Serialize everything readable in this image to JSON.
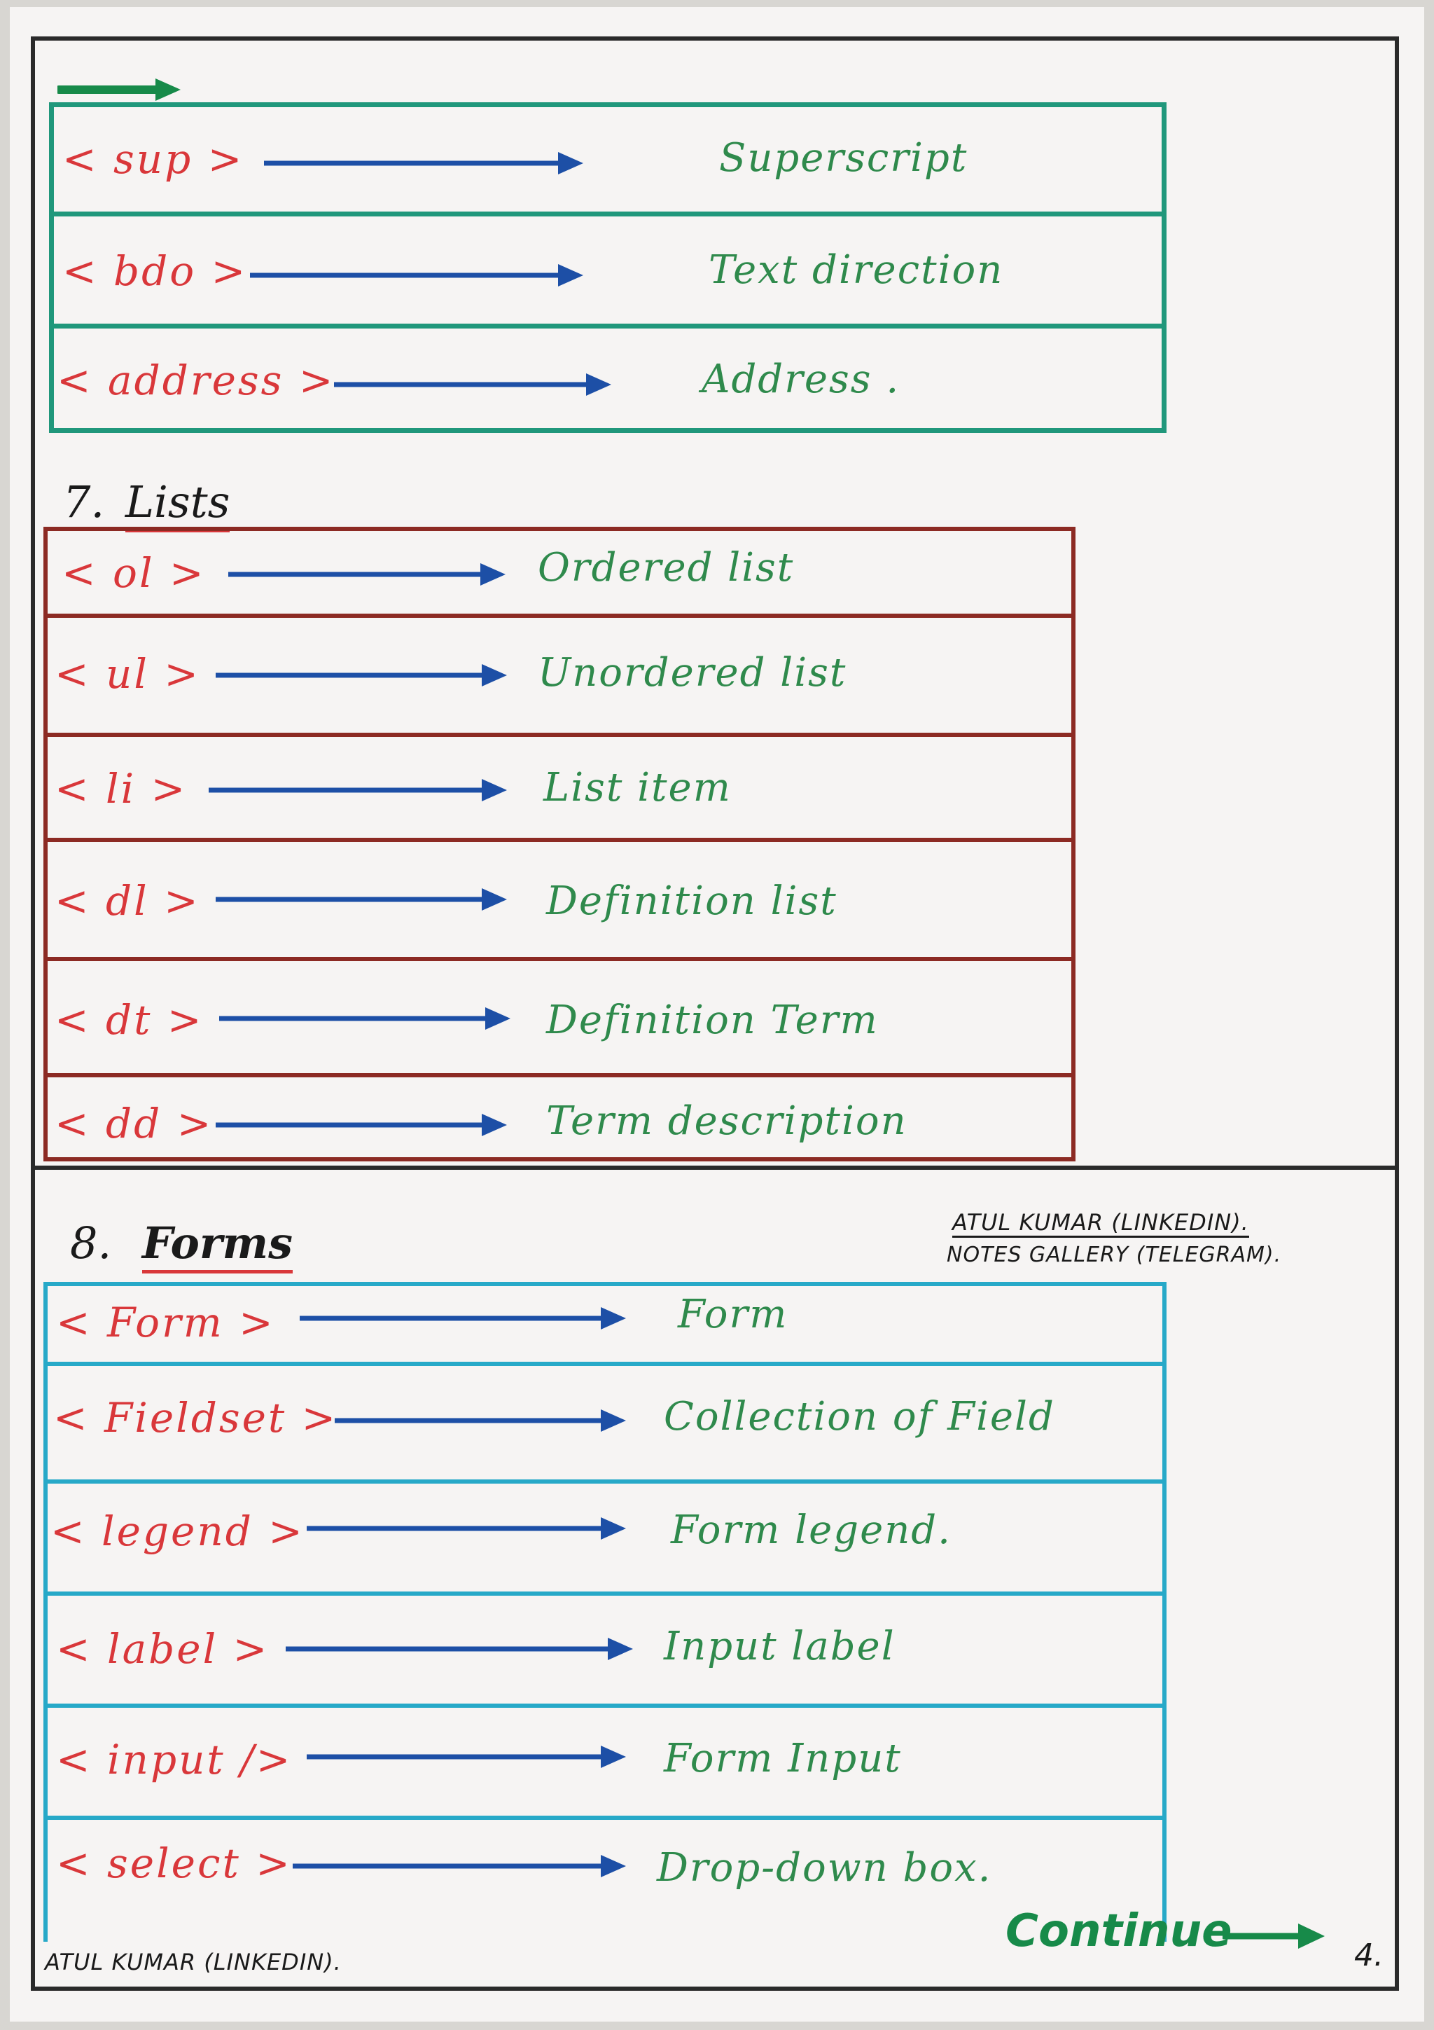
{
  "colors": {
    "tag": "#d9373a",
    "description": "#2f8a4c",
    "arrow": "#1d4fa6",
    "table_green": "#20977b",
    "table_maroon": "#8c2a23",
    "table_cyan": "#27a9c8",
    "title_underline": "#d9373a",
    "continue": "#178a49"
  },
  "top_table": [
    {
      "tag": "< sup >",
      "desc": "Superscript"
    },
    {
      "tag": "< bdo >",
      "desc": "Text direction"
    },
    {
      "tag": "< address >",
      "desc": "Address ."
    }
  ],
  "lists": {
    "number": "7.",
    "title": "Lists",
    "rows": [
      {
        "tag": "< ol >",
        "desc": "Ordered list"
      },
      {
        "tag": "< ul >",
        "desc": "Unordered list"
      },
      {
        "tag": "< li >",
        "desc": "List item"
      },
      {
        "tag": "< dl >",
        "desc": "Definition list"
      },
      {
        "tag": "< dt >",
        "desc": "Definition Term"
      },
      {
        "tag": "< dd >",
        "desc": "Term description"
      }
    ]
  },
  "forms": {
    "number": "8.",
    "title": "Forms",
    "rows": [
      {
        "tag": "< Form >",
        "desc": "Form"
      },
      {
        "tag": "< Fieldset >",
        "desc": "Collection of Field"
      },
      {
        "tag": "< legend >",
        "desc": "Form legend."
      },
      {
        "tag": "< label >",
        "desc": "Input label"
      },
      {
        "tag": "< input />",
        "desc": "Form Input"
      },
      {
        "tag": "< select >",
        "desc": "Drop-down box."
      }
    ]
  },
  "credit_top": {
    "line1": "ATUL KUMAR (LINKEDIN).",
    "line2": "NOTES GALLERY (TELEGRAM)."
  },
  "footer": {
    "credit": "ATUL KUMAR (LINKEDIN).",
    "continue": "Continue",
    "page_number": "4."
  }
}
